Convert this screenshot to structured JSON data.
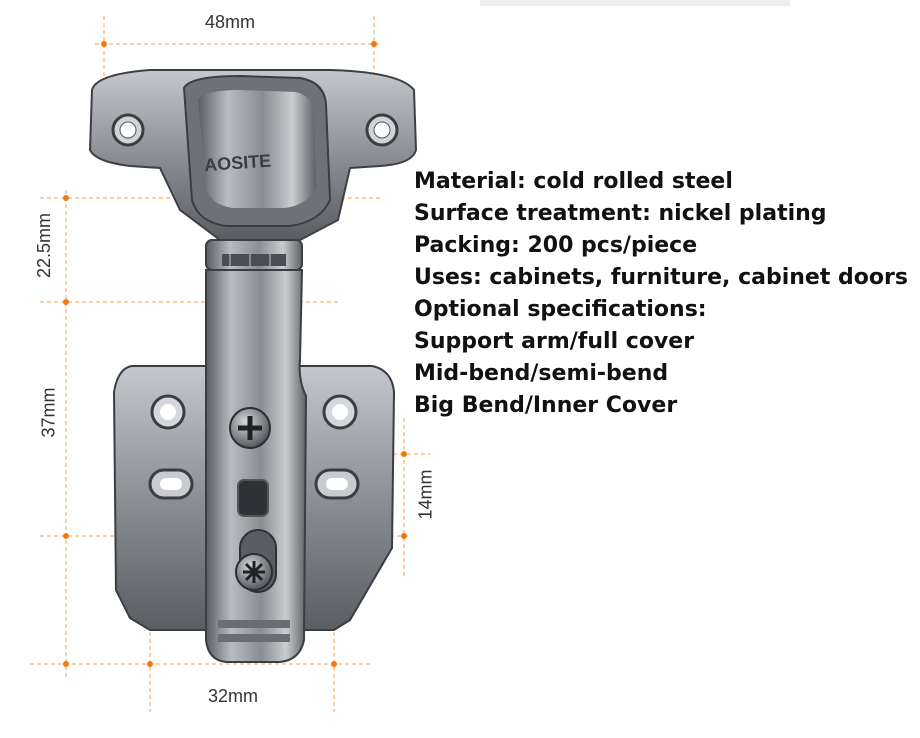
{
  "product": {
    "brand_mark": "AOSITE",
    "dimensions": {
      "top_width": "48mm",
      "left_upper": "22.5mm",
      "left_lower": "37mm",
      "right_side": "14mm",
      "bottom_width": "32mm"
    },
    "specifications": [
      "Material: cold rolled steel",
      "Surface treatment: nickel plating",
      "Packing: 200 pcs/piece",
      "Uses: cabinets, furniture, cabinet doors",
      "Optional specifications:",
      "Support arm/full cover",
      "Mid-bend/semi-bend",
      "Big Bend/Inner Cover"
    ]
  },
  "colors": {
    "dimension_line": "#f0a050",
    "dimension_dot": "#f07a10",
    "metal": "#8a8e92",
    "metal_dark": "#3c4044"
  }
}
